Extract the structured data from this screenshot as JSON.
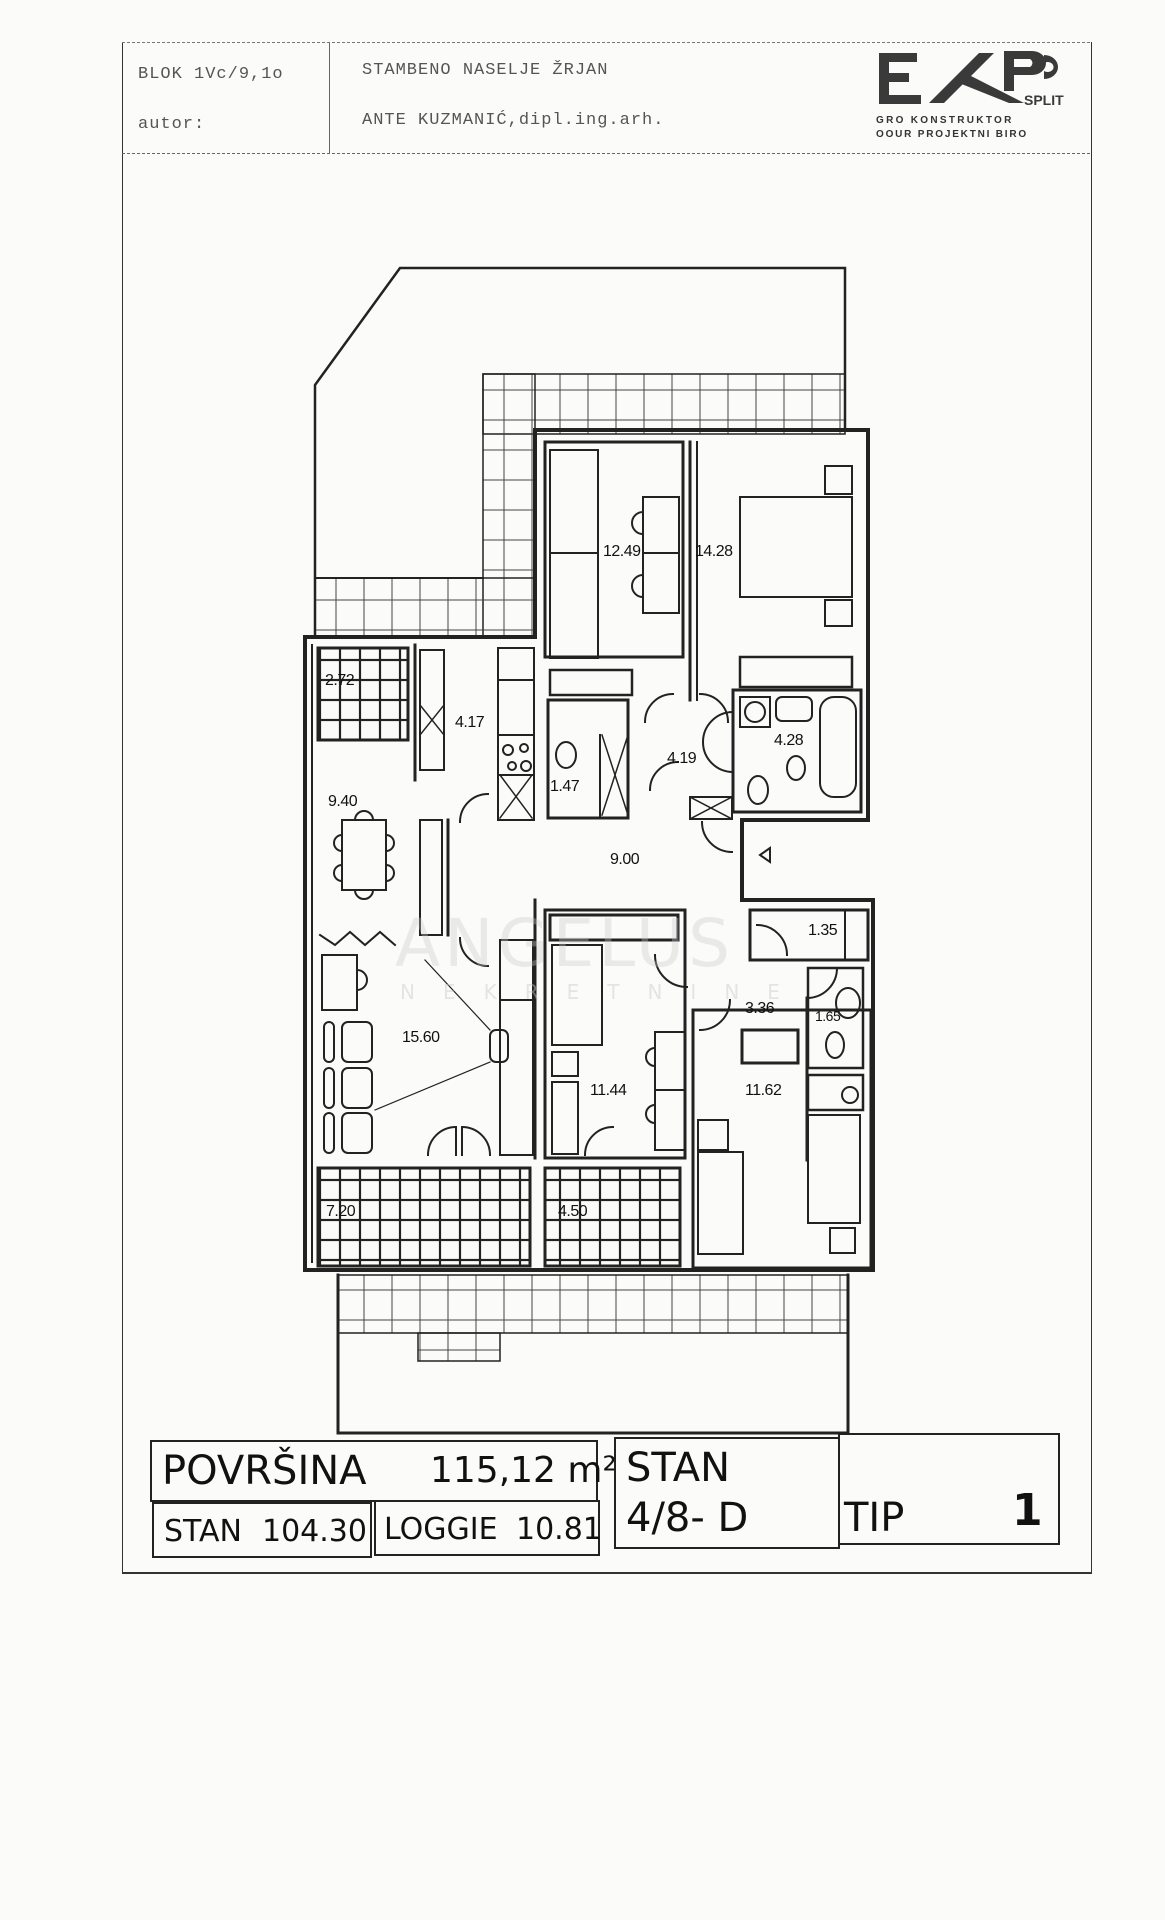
{
  "title_block": {
    "block_ref": "BLOK 1Vc/9,1o",
    "author_label": "autor:",
    "project_name": "STAMBENO NASELJE ŽRJAN",
    "author_name": "ANTE KUZMANIĆ,dipl.ing.arh.",
    "logo": {
      "mark": "EKP SPLIT",
      "line1": "GRO KONSTRUKTOR",
      "line2": "OOUR PROJEKTNI BIRO"
    }
  },
  "watermark": {
    "main": "ANGELUS",
    "sub": "NEKRETNINE"
  },
  "rooms": [
    {
      "id": "bedroom-1",
      "area": "12.49"
    },
    {
      "id": "bedroom-master",
      "area": "14.28"
    },
    {
      "id": "storage",
      "area": "2.72"
    },
    {
      "id": "kitchen",
      "area": "4.17"
    },
    {
      "id": "wc",
      "area": "1.47"
    },
    {
      "id": "hall-bedrooms",
      "area": "4.19"
    },
    {
      "id": "bathroom",
      "area": "4.28"
    },
    {
      "id": "dining",
      "area": "9.40"
    },
    {
      "id": "entrance-hall",
      "area": "9.00"
    },
    {
      "id": "living-room",
      "area": "15.60"
    },
    {
      "id": "closet",
      "area": "1.35"
    },
    {
      "id": "hall-small",
      "area": "3.36"
    },
    {
      "id": "wc-2",
      "area": "1.65"
    },
    {
      "id": "bedroom-2",
      "area": "11.44"
    },
    {
      "id": "bedroom-3",
      "area": "11.62"
    },
    {
      "id": "loggia-1",
      "area": "7.20"
    },
    {
      "id": "loggia-2",
      "area": "4.50"
    }
  ],
  "summary": {
    "povrsina_label": "POVRŠINA",
    "povrsina_value": "115,12 m²",
    "stan_label": "STAN",
    "stan_value": "104.30",
    "loggie_label": "LOGGIE",
    "loggie_value": "10.81",
    "unit_label": "STAN",
    "unit_value": "4/8- D",
    "tip_label": "TIP",
    "tip_value": "1"
  }
}
